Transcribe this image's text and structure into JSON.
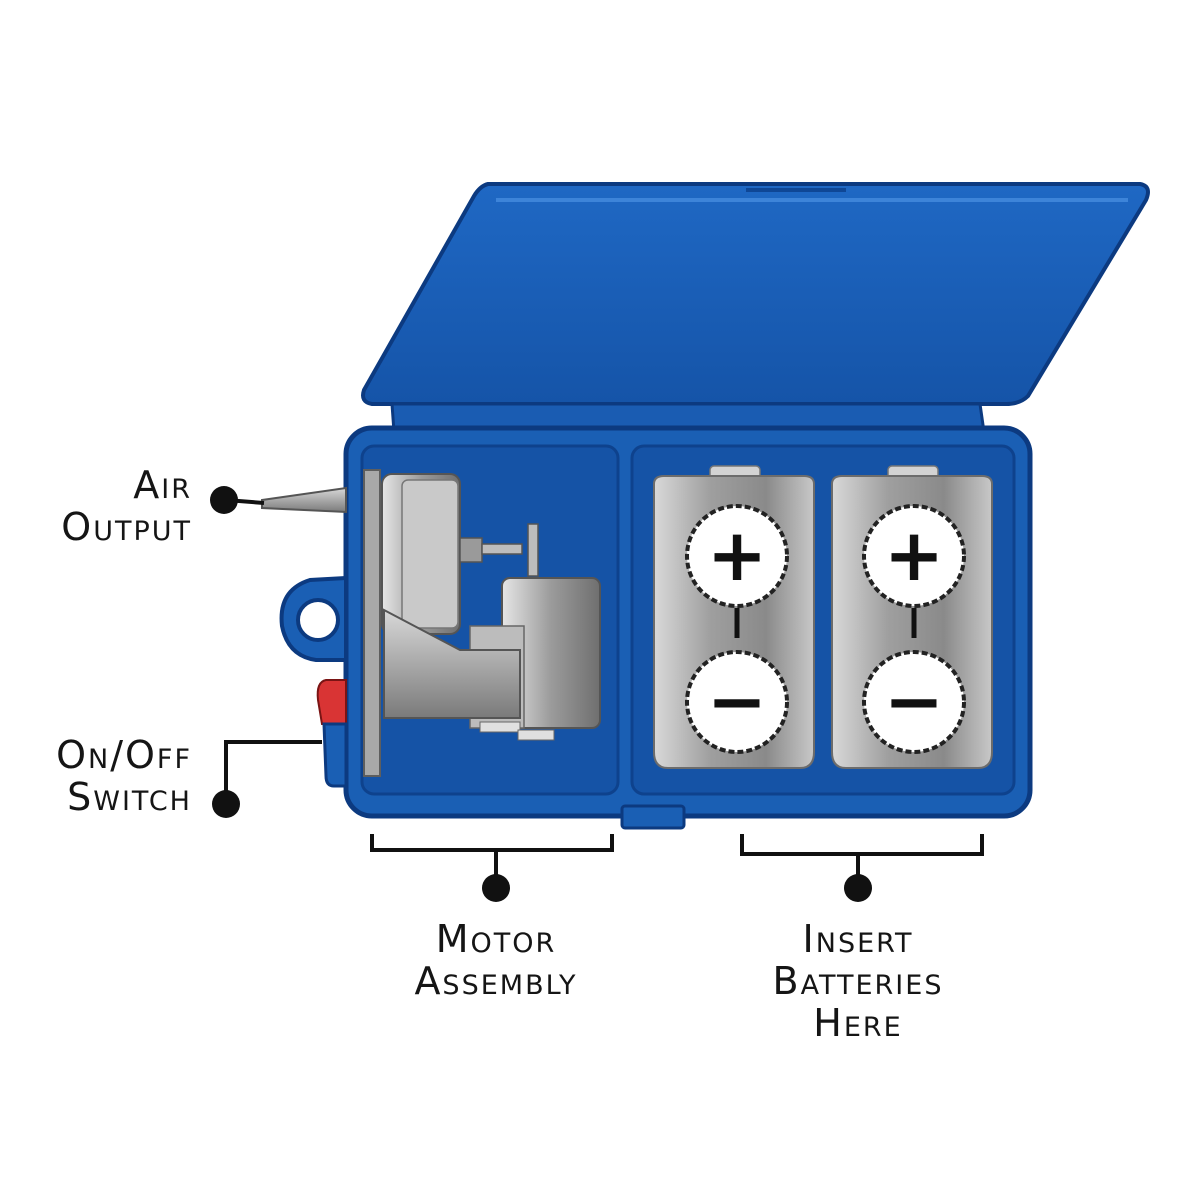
{
  "colors": {
    "case_blue": "#1a5fb4",
    "case_dark": "#0d3f8a",
    "lid_blue": "#1e63bd",
    "switch_red": "#d93434",
    "battery_silver": "#b7b7b7",
    "leader_black": "#111111"
  },
  "labels": {
    "air_output": {
      "line1": "Air",
      "line2": "Output"
    },
    "on_off_switch": {
      "line1": "On/Off",
      "line2": "Switch"
    },
    "motor_assembly": {
      "line1": "Motor",
      "line2": "Assembly"
    },
    "insert_batteries": {
      "line1": "Insert",
      "line2": "Batteries",
      "line3": "Here"
    }
  },
  "batteries": [
    {
      "positive": "+",
      "negative": "−"
    },
    {
      "positive": "+",
      "negative": "−"
    }
  ]
}
